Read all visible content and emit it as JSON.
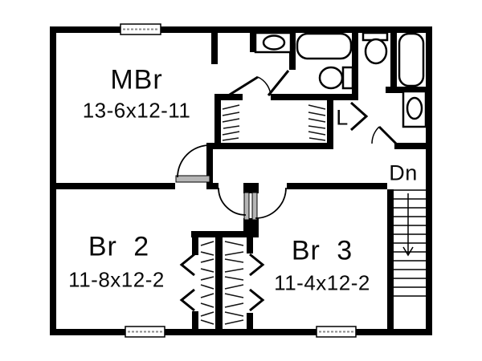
{
  "plan": {
    "rooms": [
      {
        "name": "master-bedroom",
        "label": "MBr",
        "dimensions": "13-6x12-11"
      },
      {
        "name": "bedroom-2",
        "label": "Br 2",
        "dimensions": "11-8x12-2"
      },
      {
        "name": "bedroom-3",
        "label": "Br 3",
        "dimensions": "11-4x12-2"
      }
    ],
    "annotations": {
      "linen_closet": "L",
      "stairs_down": "Dn"
    },
    "fixtures": {
      "master_bath": [
        "vanity-sink",
        "bathtub",
        "toilet"
      ],
      "hall_bath": [
        "toilet",
        "bathtub",
        "vanity-sink"
      ]
    },
    "colors": {
      "wall": "#000000",
      "background": "#ffffff",
      "door_leaf": "#b5b5b5",
      "line": "#111111"
    }
  }
}
